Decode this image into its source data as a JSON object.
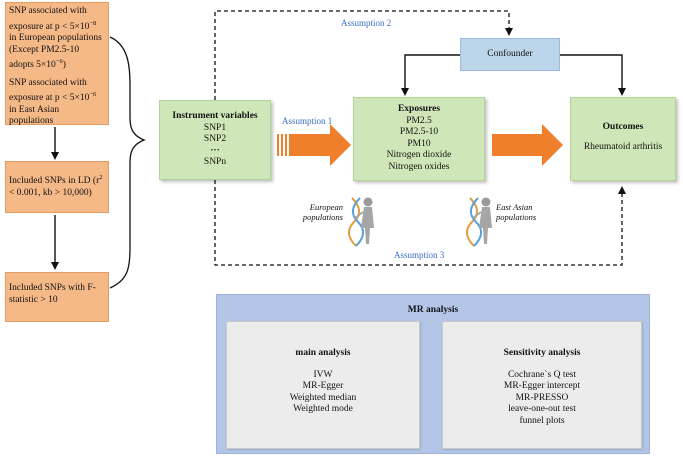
{
  "left_column": {
    "box1": {
      "lines_a": [
        "SNP associated with",
        "exposure at p < 5×10",
        "in European populations",
        "(Except PM2.5-10",
        "adopts 5×10"
      ],
      "sup_a1": "−8",
      "sup_a2": "−6",
      "tail_a": ")",
      "lines_b": [
        "SNP associated with",
        "exposure at p < 5×10",
        "in East Asian",
        "populations"
      ],
      "sup_b": "−6"
    },
    "box2": {
      "line1a": "Included SNPs in LD (r",
      "sup": "2",
      "line2": "< 0.001, kb > 10,000)"
    },
    "box3": {
      "line1": "Included SNPs with F-",
      "line2": "statistic > 10"
    }
  },
  "instrument": {
    "title": "Instrument variables",
    "items": [
      "SNP1",
      "SNP2",
      "···",
      "SNPn"
    ]
  },
  "exposures": {
    "title": "Exposures",
    "items": [
      "PM2.5",
      "PM2.5-10",
      "PM10",
      "Nitrogen dioxide",
      "Nitrogen oxides"
    ]
  },
  "outcomes": {
    "title": "Outcomes",
    "item": "Rheumatoid arthritis"
  },
  "confounder": {
    "label": "Confounder"
  },
  "assumptions": {
    "a1": "Assumption 1",
    "a2": "Assumption 2",
    "a3": "Assumption 3"
  },
  "populations": {
    "european": [
      "European",
      "populations"
    ],
    "east_asian": [
      "East Asian",
      "populations"
    ]
  },
  "mr": {
    "title": "MR analysis",
    "main": {
      "title": "main analysis",
      "items": [
        "IVW",
        "MR-Egger",
        "Weighted median",
        "Weighted mode"
      ]
    },
    "sensitivity": {
      "title": "Sensitivity analysis",
      "items": [
        "Cochrane`s Q test",
        "MR-Egger intercept",
        "MR-PRESSO",
        "leave-one-out test",
        "funnel plots"
      ]
    }
  },
  "colors": {
    "orange_box": "#f5b887",
    "green_box": "#cfe6b8",
    "blue_box": "#bcd5ea",
    "arrow_orange": "#ef7f2a",
    "assumption_text": "#3a6fc4",
    "mr_panel": "#b4c6e7"
  }
}
